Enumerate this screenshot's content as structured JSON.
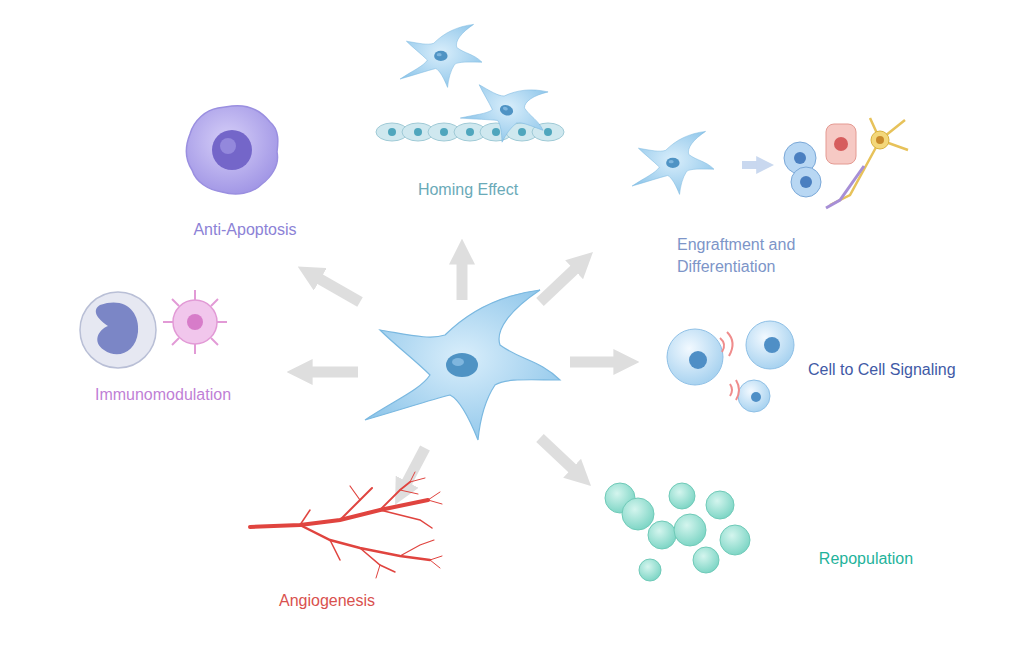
{
  "diagram": {
    "labels": [
      "Homing Effect",
      "Anti-Apoptosis",
      "Engraftment and Differentiation",
      "Immunomodulation",
      "Cell to Cell Signaling",
      "Repopulation",
      "Angiogenesis"
    ]
  }
}
